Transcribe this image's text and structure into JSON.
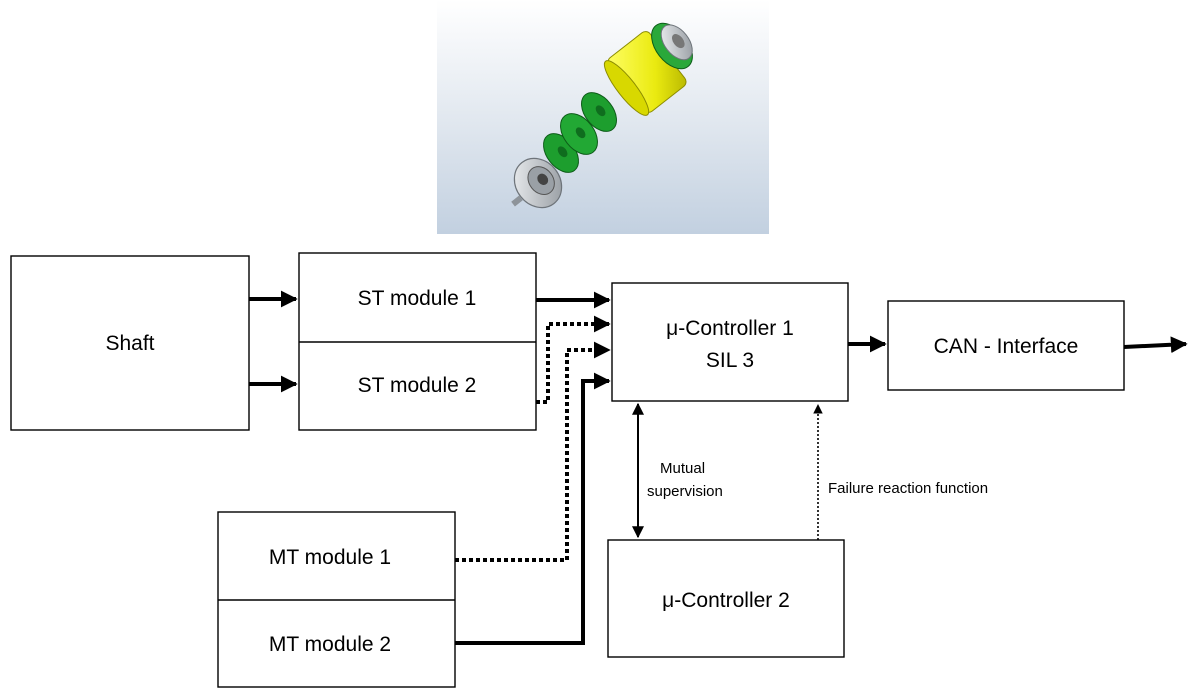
{
  "blocks": {
    "shaft": "Shaft",
    "st_module_1": "ST module 1",
    "st_module_2": "ST module 2",
    "mt_module_1": "MT module 1",
    "mt_module_2": "MT module 2",
    "controller_1_line1": "μ-Controller 1",
    "controller_1_line2": "SIL 3",
    "controller_2": "μ-Controller 2",
    "can_interface": "CAN - Interface"
  },
  "annotations": {
    "mutual_line1": "Mutual",
    "mutual_line2": "supervision",
    "failure_reaction": "Failure reaction function"
  },
  "colors": {
    "line": "#000000",
    "rendering_bg": "#c9d6e4",
    "housing_yellow": "#f2f21a",
    "pcb_green": "#1d9e2e",
    "metal": "#c8ccd0"
  },
  "image": {
    "description_icon": "encoder-exploded-view-icon"
  }
}
